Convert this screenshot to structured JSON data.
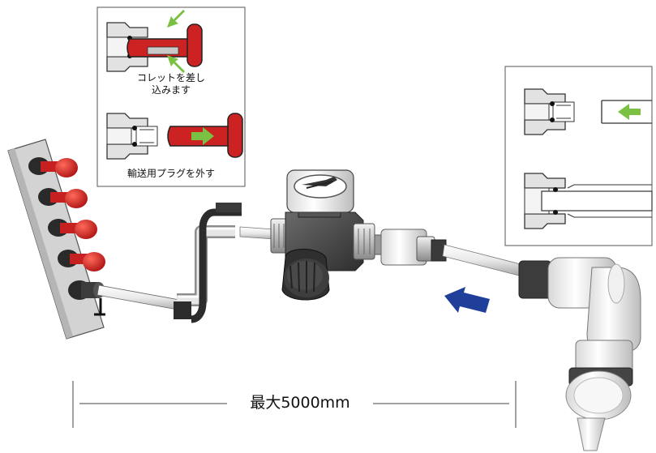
{
  "callouts": {
    "insert_collet": {
      "line1": "コレットを差し",
      "line2": "込みます"
    },
    "remove_plug": {
      "label": "輸送用プラグを外す"
    }
  },
  "dimension": {
    "label": "最大5000mm"
  },
  "colors": {
    "plug_red": "#cc2222",
    "hint_green": "#7ac143",
    "flow_blue": "#1f3f9a"
  }
}
